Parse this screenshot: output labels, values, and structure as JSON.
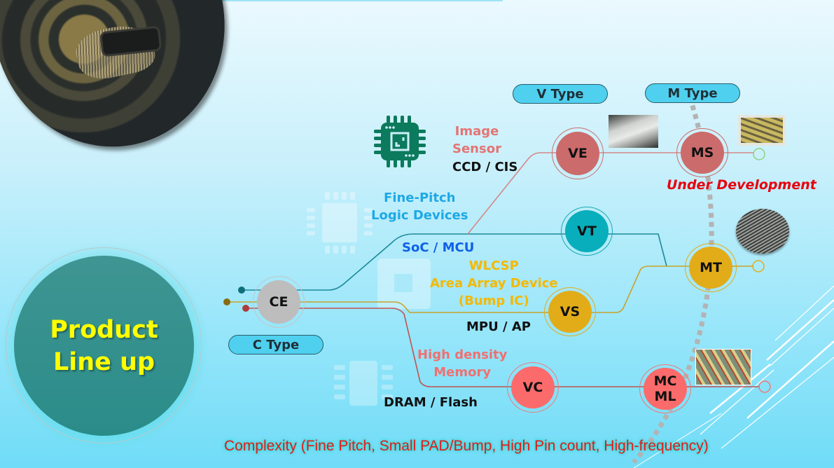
{
  "slide": {
    "title_line1": "Product",
    "title_line2": "Line up",
    "complexity_note": "Complexity (Fine Pitch, Small PAD/Bump, High Pin count, High-frequency)",
    "status_note": "Under Development"
  },
  "types": {
    "c": "C Type",
    "v": "V Type",
    "m": "M Type"
  },
  "nodes": {
    "ce": "CE",
    "vt": "VT",
    "ve": "VE",
    "vs": "VS",
    "vc": "VC",
    "ms": "MS",
    "mt": "MT",
    "mc_line1": "MC",
    "mc_line2": "ML"
  },
  "categories": {
    "image_sensor": {
      "line1": "Image",
      "line2": "Sensor",
      "examples": "CCD / CIS"
    },
    "logic": {
      "line1": "Fine-Pitch",
      "line2": "Logic Devices",
      "examples": "SoC / MCU"
    },
    "wlcsp": {
      "line1": "WLCSP",
      "line2": "Area Array Device",
      "line3": "(Bump IC)",
      "examples": "MPU / AP"
    },
    "memory": {
      "line1": "High density",
      "line2": "Memory",
      "examples": "DRAM / Flash"
    }
  },
  "colors": {
    "image_sensor": "#e06f6f",
    "logic": "#1ea8e6",
    "soc": "#1060e8",
    "wlcsp": "#f5b800",
    "memory": "#f07070",
    "line_teal": "#1b8a99",
    "line_gold": "#c9a22a",
    "line_red": "#b84a4a",
    "line_pink": "#e68b8b",
    "node_ce": "#bdbdbd",
    "node_ve": "#cc6b6b",
    "node_vt": "#08aebb",
    "node_vs": "#e2ac19",
    "node_vc": "#fb6b6b",
    "status": "#e8000e"
  },
  "icons": {
    "image_sensor_icon": "cpu-chip-icon",
    "logic_icon": "ic-chip-icon",
    "wlcsp_icon": "bga-chip-icon",
    "memory_icon": "memory-chip-icon"
  }
}
